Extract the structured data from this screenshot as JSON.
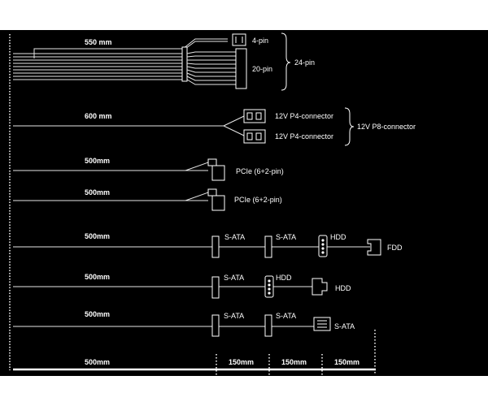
{
  "cables": [
    {
      "length": "550 mm",
      "connectors": [
        "4-pin",
        "20-pin"
      ],
      "group": "24-pin"
    },
    {
      "length": "600 mm",
      "connectors": [
        "12V P4-connector",
        "12V P4-connector"
      ],
      "group": "12V P8-connector"
    },
    {
      "length": "500mm",
      "connectors": [
        "PCIe (6+2-pin)"
      ]
    },
    {
      "length": "500mm",
      "connectors": [
        "PCIe (6+2-pin)"
      ]
    },
    {
      "length": "500mm",
      "connectors": [
        "S-ATA",
        "S-ATA",
        "HDD",
        "FDD"
      ]
    },
    {
      "length": "500mm",
      "connectors": [
        "S-ATA",
        "HDD",
        "HDD"
      ]
    },
    {
      "length": "500mm",
      "connectors": [
        "S-ATA",
        "S-ATA",
        "S-ATA"
      ]
    }
  ],
  "ruler": {
    "segments": [
      "500mm",
      "150mm",
      "150mm",
      "150mm"
    ]
  }
}
